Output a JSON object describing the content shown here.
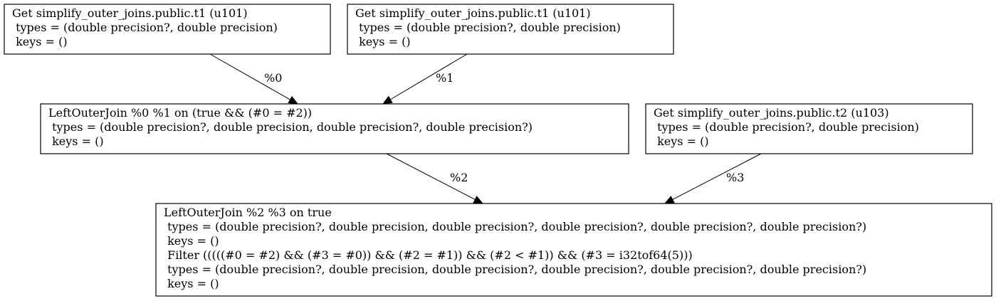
{
  "nodes": [
    {
      "id": "get-t1-a",
      "lines": [
        "Get simplify_outer_joins.public.t1 (u101)",
        " types = (double precision?, double precision)",
        " keys = ()"
      ]
    },
    {
      "id": "get-t1-b",
      "lines": [
        "Get simplify_outer_joins.public.t1 (u101)",
        " types = (double precision?, double precision)",
        " keys = ()"
      ]
    },
    {
      "id": "left-outer-join-1",
      "lines": [
        "LeftOuterJoin %0 %1 on (true && (#0 = #2))",
        " types = (double precision?, double precision, double precision?, double precision?)",
        " keys = ()"
      ]
    },
    {
      "id": "get-t2",
      "lines": [
        "Get simplify_outer_joins.public.t2 (u103)",
        " types = (double precision?, double precision)",
        " keys = ()"
      ]
    },
    {
      "id": "left-outer-join-2",
      "lines": [
        "LeftOuterJoin %2 %3 on true",
        " types = (double precision?, double precision, double precision?, double precision?, double precision?, double precision?)",
        " keys = ()",
        " Filter (((((#0 = #2) && (#3 = #0)) && (#2 = #1)) && (#2 < #1)) && (#3 = i32tof64(5)))",
        " types = (double precision?, double precision, double precision?, double precision?, double precision?, double precision?)",
        " keys = ()"
      ]
    }
  ],
  "edges": [
    {
      "from": "get-t1-a",
      "to": "left-outer-join-1",
      "label": "%0"
    },
    {
      "from": "get-t1-b",
      "to": "left-outer-join-1",
      "label": "%1"
    },
    {
      "from": "left-outer-join-1",
      "to": "left-outer-join-2",
      "label": "%2"
    },
    {
      "from": "get-t2",
      "to": "left-outer-join-2",
      "label": "%3"
    }
  ]
}
